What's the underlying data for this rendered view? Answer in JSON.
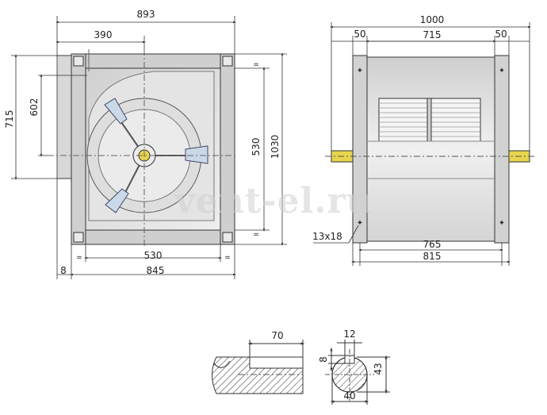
{
  "watermark": "vent-el.ru",
  "front_view": {
    "dims": {
      "total_width": "893",
      "offset_390": "390",
      "height_715": "715",
      "height_602": "602",
      "height_530": "530",
      "height_1030": "1030",
      "bottom_530": "530",
      "flange_8": "8",
      "width_845": "845",
      "eq": "="
    }
  },
  "side_view": {
    "dims": {
      "total_1000": "1000",
      "flange_left_50": "50",
      "inner_715": "715",
      "flange_right_50": "50",
      "holes": "13x18",
      "bottom_765": "765",
      "bottom_815": "815"
    }
  },
  "shaft_detail": {
    "dims": {
      "keyway_70": "70",
      "key_12": "12",
      "key_8": "8",
      "dia_43": "43",
      "dia_40": "40"
    }
  },
  "colors": {
    "line": "#333333",
    "housing": "#d9d9d9",
    "shaft": "#e8d44d",
    "blade": "#c9d9e8"
  }
}
